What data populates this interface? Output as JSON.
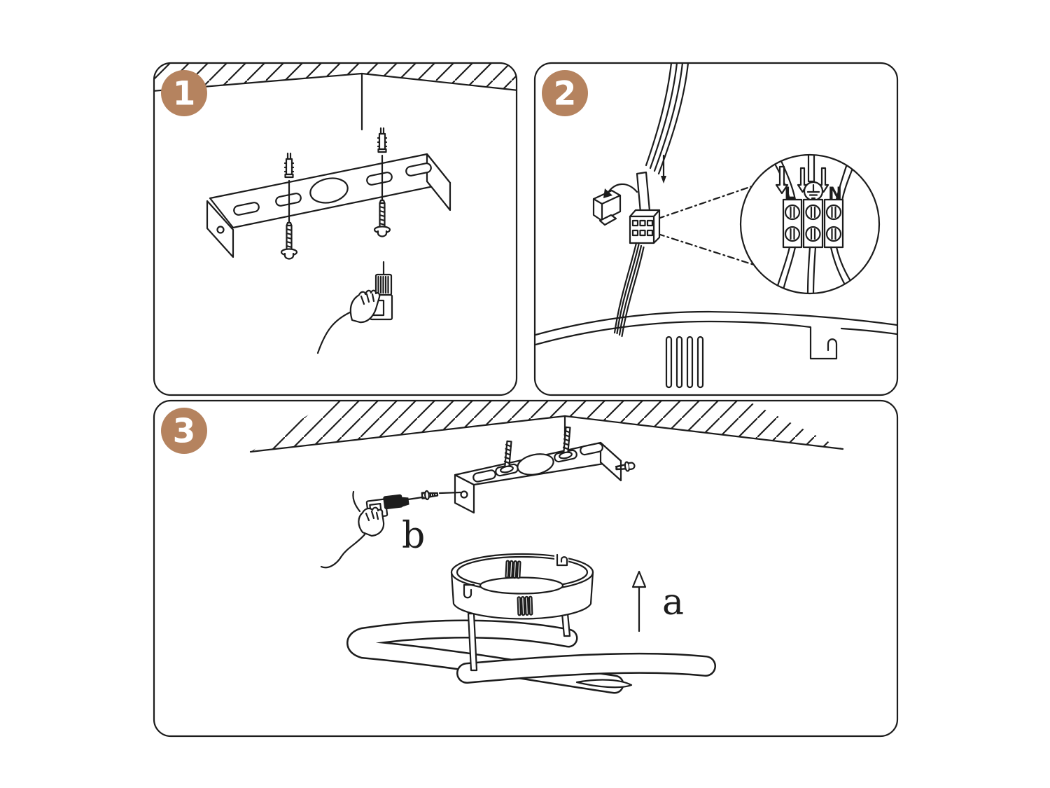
{
  "document": {
    "kind": "ceiling-light-installation-instructions",
    "background_color": "#ffffff",
    "line_color": "#1c1c1c",
    "badge_fill_color": "#b5835f",
    "badge_text_color": "#ffffff"
  },
  "steps": [
    {
      "badge": "1",
      "icons": [
        "ceiling-hatch",
        "mounting-bracket",
        "wall-anchor",
        "mounting-screw",
        "hand-with-screwdriver"
      ]
    },
    {
      "badge": "2",
      "icons": [
        "mains-wires",
        "terminal-block",
        "cable-clamp",
        "rotation-arrow",
        "magnifier-detail-circle",
        "canopy-rim",
        "vent-slots",
        "hook-slot"
      ],
      "terminal_labels": {
        "live": "L",
        "earth_icon": "earth-ground-icon",
        "neutral": "N"
      }
    },
    {
      "badge": "3",
      "icons": [
        "ceiling-hatch",
        "mounting-bracket",
        "drill-driver",
        "side-screw",
        "canopy-drum",
        "drum-hooks",
        "swirl-light-tubes",
        "up-arrow"
      ],
      "labels": {
        "lift_arrow": "a",
        "side_screw": "b"
      }
    }
  ]
}
